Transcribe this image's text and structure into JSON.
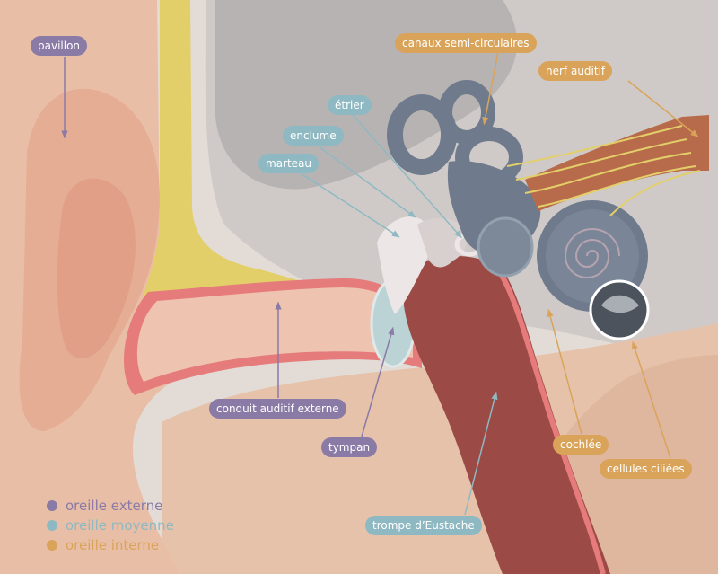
{
  "labels": {
    "pavillon": "pavillon",
    "canaux": "canaux semi-circulaires",
    "nerf": "nerf auditif",
    "etrier": "étrier",
    "enclume": "enclume",
    "marteau": "marteau",
    "conduit": "conduit auditif externe",
    "tympan": "tympan",
    "trompe": "trompe d’Eustache",
    "cochlee": "cochlée",
    "cellules": "cellules ciliées"
  },
  "legend": [
    {
      "label": "oreille externe",
      "color": "#8a7aa6"
    },
    {
      "label": "oreille moyenne",
      "color": "#8fb9c2"
    },
    {
      "label": "oreille interne",
      "color": "#d9a45a"
    }
  ],
  "colors": {
    "externe": "#8a7aa6",
    "moyenne": "#8fb9c2",
    "interne": "#d9a45a",
    "background": "#e3dcd6",
    "skin": "#e8b8a0",
    "canal": "#e57b7a",
    "yellow": "#e3cf6a",
    "bone": "#c9c5c4",
    "ossicle": "#ece7e6",
    "tube": "#9b4a45",
    "inner_ear": "#6f7b8c"
  }
}
